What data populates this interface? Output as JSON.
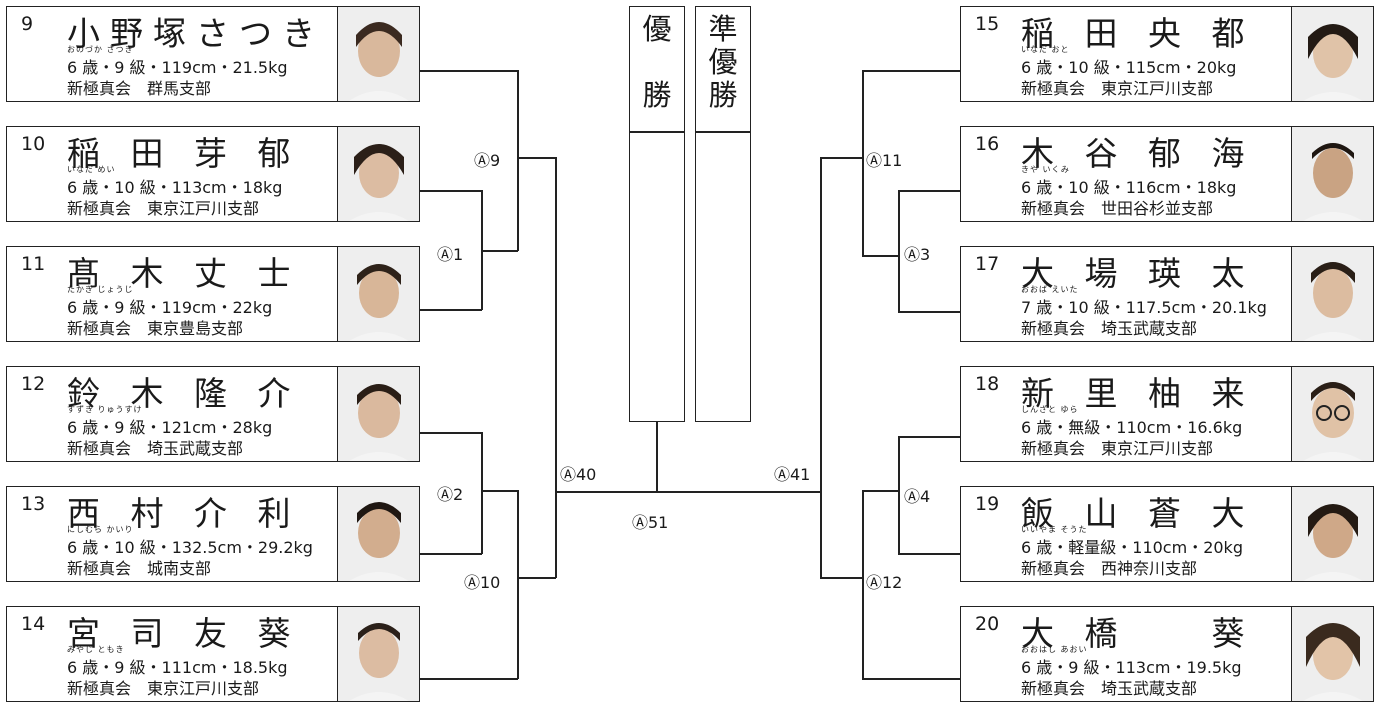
{
  "awards": {
    "champion_chars": [
      "優",
      "",
      "勝"
    ],
    "runner_up_chars": [
      "準",
      "優",
      "勝"
    ]
  },
  "left": [
    {
      "num": "9",
      "name": "小野塚さつき",
      "furigana": "おのづか さつき",
      "stats": "6 歳・9 級・119cm・21.5kg",
      "dojo": "新極真会　群馬支部"
    },
    {
      "num": "10",
      "name": "稲 田 芽 郁",
      "furigana": "いなだ めい",
      "stats": "6 歳・10 級・113cm・18kg",
      "dojo": "新極真会　東京江戸川支部"
    },
    {
      "num": "11",
      "name": "髙 木 丈 士",
      "furigana": "たかぎ じょうじ",
      "stats": "6 歳・9 級・119cm・22kg",
      "dojo": "新極真会　東京豊島支部"
    },
    {
      "num": "12",
      "name": "鈴 木 隆 介",
      "furigana": "すずき りゅうすけ",
      "stats": "6 歳・9 級・121cm・28kg",
      "dojo": "新極真会　埼玉武蔵支部"
    },
    {
      "num": "13",
      "name": "西 村 介 利",
      "furigana": "にしむら かいり",
      "stats": "6 歳・10 級・132.5cm・29.2kg",
      "dojo": "新極真会　城南支部"
    },
    {
      "num": "14",
      "name": "宮 司 友 葵",
      "furigana": "みやじ ともき",
      "stats": "6 歳・9 級・111cm・18.5kg",
      "dojo": "新極真会　東京江戸川支部"
    }
  ],
  "right": [
    {
      "num": "15",
      "name": "稲 田 央 都",
      "furigana": "いなだ おと",
      "stats": "6 歳・10 級・115cm・20kg",
      "dojo": "新極真会　東京江戸川支部"
    },
    {
      "num": "16",
      "name": "木 谷 郁 海",
      "furigana": "きや いくみ",
      "stats": "6 歳・10 級・116cm・18kg",
      "dojo": "新極真会　世田谷杉並支部"
    },
    {
      "num": "17",
      "name": "大 場 瑛 太",
      "furigana": "おおば えいた",
      "stats": "7 歳・10 級・117.5cm・20.1kg",
      "dojo": "新極真会　埼玉武蔵支部"
    },
    {
      "num": "18",
      "name": "新 里 柚 来",
      "furigana": "しんざと ゆら",
      "stats": "6 歳・無級・110cm・16.6kg",
      "dojo": "新極真会　東京江戸川支部"
    },
    {
      "num": "19",
      "name": "飯 山 蒼 大",
      "furigana": "いいやま そうた",
      "stats": "6 歳・軽量級・110cm・20kg",
      "dojo": "新極真会　西神奈川支部"
    },
    {
      "num": "20",
      "name": "大 橋 　 葵",
      "furigana": "おおはし あおい",
      "stats": "6 歳・9 級・113cm・19.5kg",
      "dojo": "新極真会　埼玉武蔵支部"
    }
  ],
  "matches": {
    "m9": "Ⓐ9",
    "m1": "Ⓐ1",
    "m2": "Ⓐ2",
    "m10": "Ⓐ10",
    "m40": "Ⓐ40",
    "m11": "Ⓐ11",
    "m3": "Ⓐ3",
    "m4": "Ⓐ4",
    "m12": "Ⓐ12",
    "m41": "Ⓐ41",
    "m51": "Ⓐ51"
  }
}
